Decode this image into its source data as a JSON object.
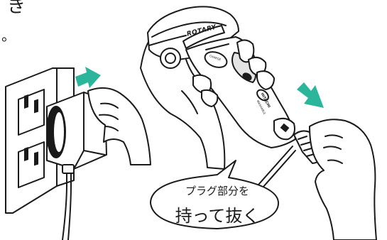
{
  "fragments": {
    "top_char": "き",
    "period_mark": "。"
  },
  "shaver": {
    "logo": "ROTARY",
    "button_label": "CHARGE",
    "brand": "HITACHI",
    "model": "WASHABLE"
  },
  "callout": {
    "line1": "プラグ部分を",
    "line2": "持って抜く"
  },
  "colors": {
    "arrow": "#2bb59b",
    "ink": "#1a1a1a",
    "background": "#ffffff"
  },
  "icons": {
    "left_arrow": "arrow-right-icon",
    "right_arrow": "arrow-down-right-icon"
  }
}
